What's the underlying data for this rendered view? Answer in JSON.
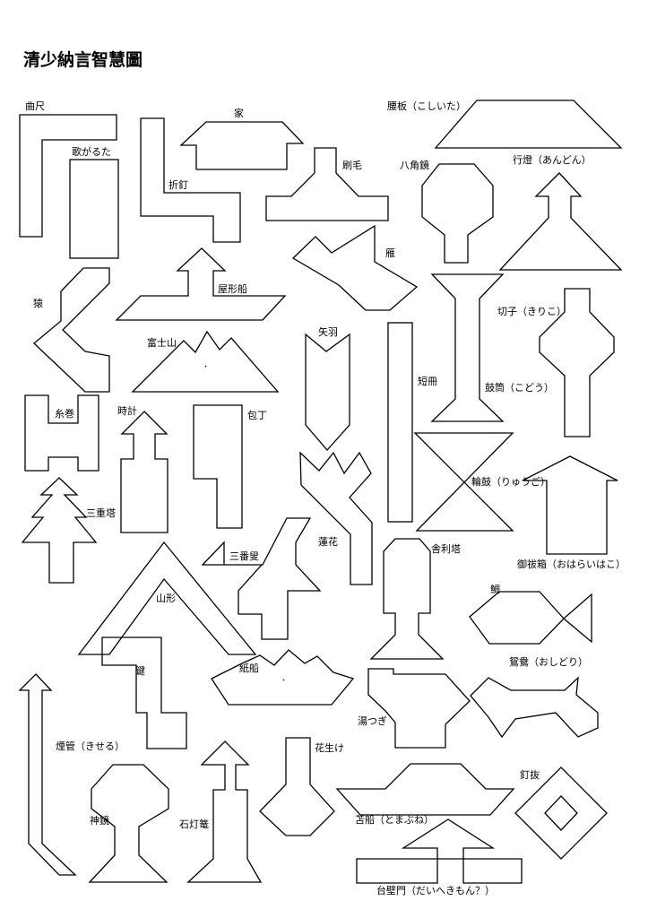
{
  "title": "清少納言智慧圖",
  "colors": {
    "ink": "#000000",
    "paper": "#ffffff"
  },
  "labels": {
    "kyokushaku": "曲尺",
    "utagaruta": "歌がるた",
    "sekkugi": "折釘",
    "ie": "家",
    "hake": "刷毛",
    "koshiita": "腰板（こしいた）",
    "hakkakukyo": "八角鏡",
    "andon": "行燈（あんどん）",
    "kari": "雁",
    "yakatabune": "屋形船",
    "saru": "猿",
    "fujisan": "富士山",
    "yabane": "矢羽",
    "tanzaku": "短冊",
    "kiriko": "切子（きりこ）",
    "tsuzumizutsu": "鼓筒（こどう）",
    "itomaki": "糸巻",
    "tokei": "時計",
    "hocho": "包丁",
    "rinko": "輪鼓（りゅうご）",
    "sanjuto": "三重塔",
    "renge": "蓮花",
    "sanbaso": "三番叟",
    "shariito": "舎利塔",
    "oharaibako": "御祓箱（おはらいはこ）",
    "yamagata": "山形",
    "tai": "鯛",
    "kagi": "鍵",
    "kamibune": "紙船",
    "oshidori": "鴛鴦（おしどり）",
    "yutsugi": "湯つぎ",
    "kiseru": "煙管（きせる）",
    "hanaike": "花生け",
    "kuginuki": "釘抜",
    "shinkyo": "神鏡",
    "ishidoro": "石灯篭",
    "tomabune": "苫船（とまぶね）",
    "daihekimon": "台壁門（だいへきもん？）"
  }
}
